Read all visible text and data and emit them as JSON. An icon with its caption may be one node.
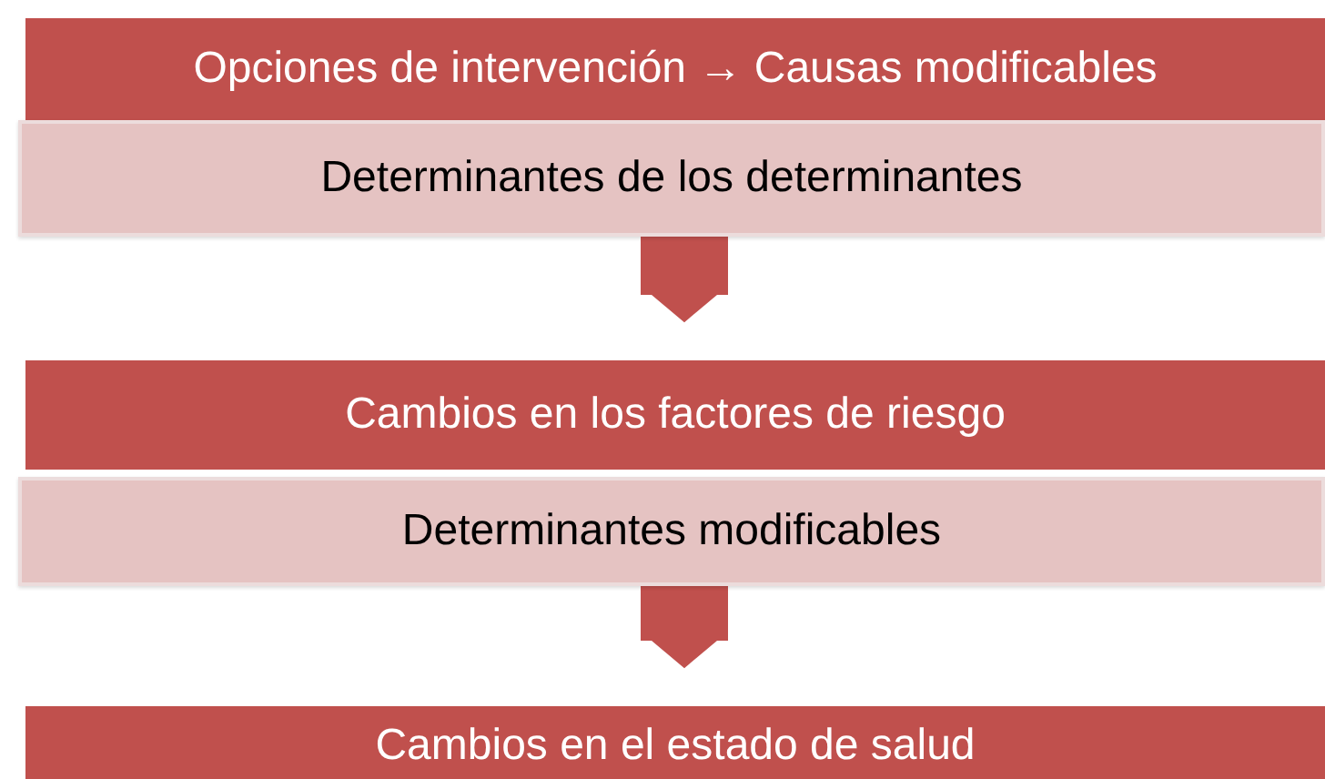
{
  "diagram": {
    "nodes": [
      {
        "text": [
          "Opciones de intervención → Causas modificables"
        ]
      },
      {
        "text": [
          "Determinantes de los determinantes"
        ]
      },
      {
        "text": [
          "Cambios en los factores de riesgo"
        ]
      },
      {
        "text": [
          "Determinantes modificables"
        ]
      },
      {
        "text": [
          "Cambios en el estado de salud"
        ]
      }
    ],
    "edges": [
      {
        "from": 1,
        "to": 2,
        "arrow": "to"
      },
      {
        "from": 3,
        "to": 4,
        "arrow": "to"
      }
    ]
  }
}
